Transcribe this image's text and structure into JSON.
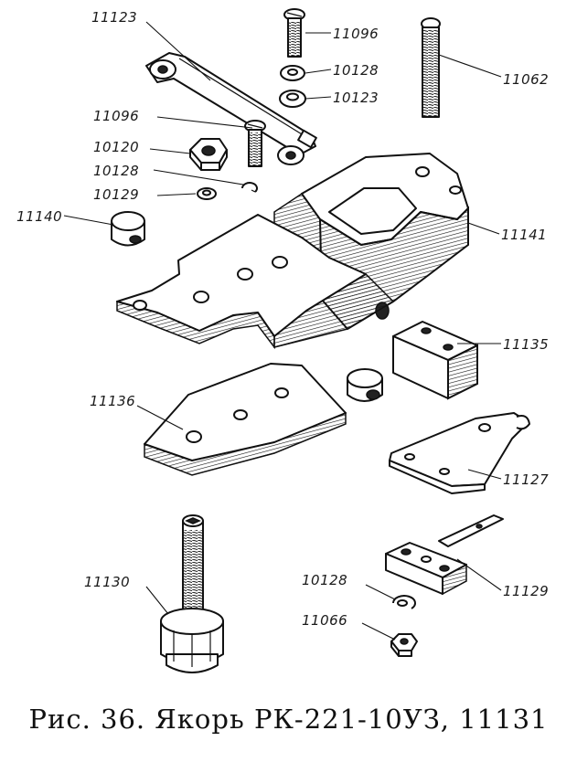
{
  "figure": {
    "caption": "Рис. 36. Якорь РК-221-10УЗ, 11131"
  },
  "labels": {
    "l11123": "11123",
    "l11096_top": "11096",
    "l10128_top": "10128",
    "l10123": "10123",
    "l11062": "11062",
    "l11096_mid": "11096",
    "l10120": "10120",
    "l10128_mid": "10128",
    "l10129": "10129",
    "l11140": "11140",
    "l11141": "11141",
    "l11135": "11135",
    "l11136": "11136",
    "l11127": "11127",
    "l11129": "11129",
    "l11130": "11130",
    "l10128_bot": "10128",
    "l11066": "11066"
  }
}
